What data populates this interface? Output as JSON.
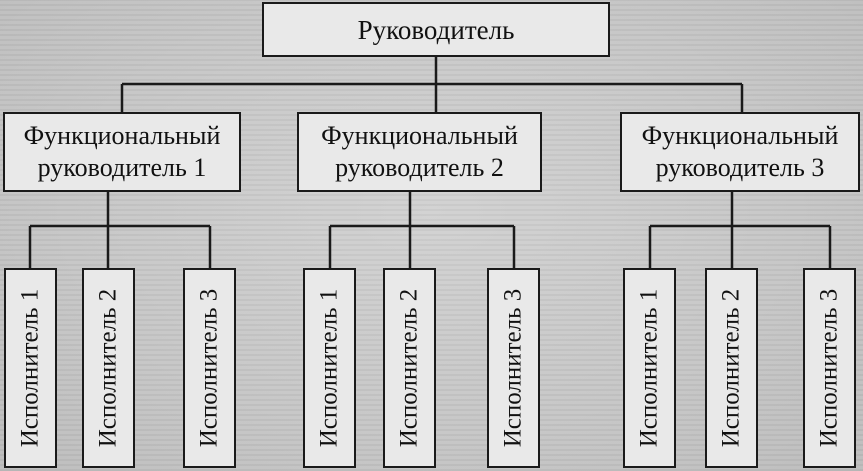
{
  "root": {
    "label": "Руководитель"
  },
  "managers": [
    {
      "label": "Функциональный\nруководитель 1",
      "executors": [
        "Исполнитель 1",
        "Исполнитель 2",
        "Исполнитель 3"
      ]
    },
    {
      "label": "Функциональный\nруководитель 2",
      "executors": [
        "Исполнитель 1",
        "Исполнитель 2",
        "Исполнитель 3"
      ]
    },
    {
      "label": "Функциональный\nруководитель 3",
      "executors": [
        "Исполнитель 1",
        "Исполнитель 2",
        "Исполнитель 3"
      ]
    }
  ]
}
